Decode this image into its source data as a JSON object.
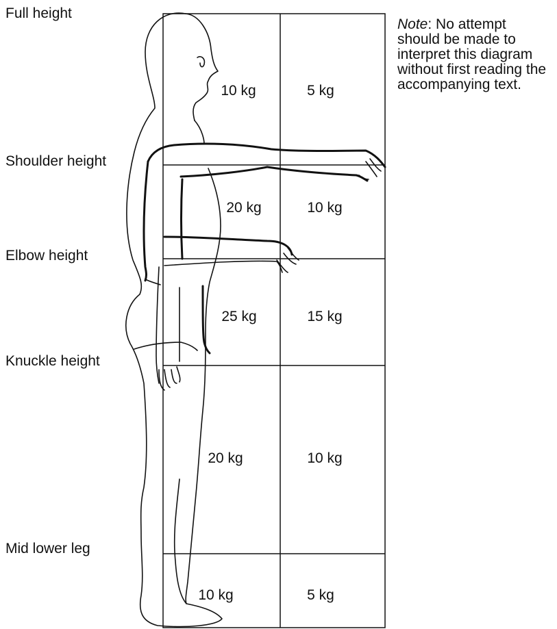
{
  "height_labels": {
    "full": "Full height",
    "shoulder": "Shoulder height",
    "elbow": "Elbow height",
    "knuckle": "Knuckle height",
    "mid_lower_leg": "Mid lower leg"
  },
  "zones": [
    {
      "close": "10 kg",
      "far": "5 kg"
    },
    {
      "close": "20 kg",
      "far": "10 kg"
    },
    {
      "close": "25 kg",
      "far": "15 kg"
    },
    {
      "close": "20 kg",
      "far": "10 kg"
    },
    {
      "close": "10 kg",
      "far": "5 kg"
    }
  ],
  "note": {
    "label": "Note",
    "text": ": No attempt should be made to interpret this diagram without first reading the accompanying text."
  },
  "colors": {
    "line": "#111111",
    "background": "#ffffff"
  }
}
